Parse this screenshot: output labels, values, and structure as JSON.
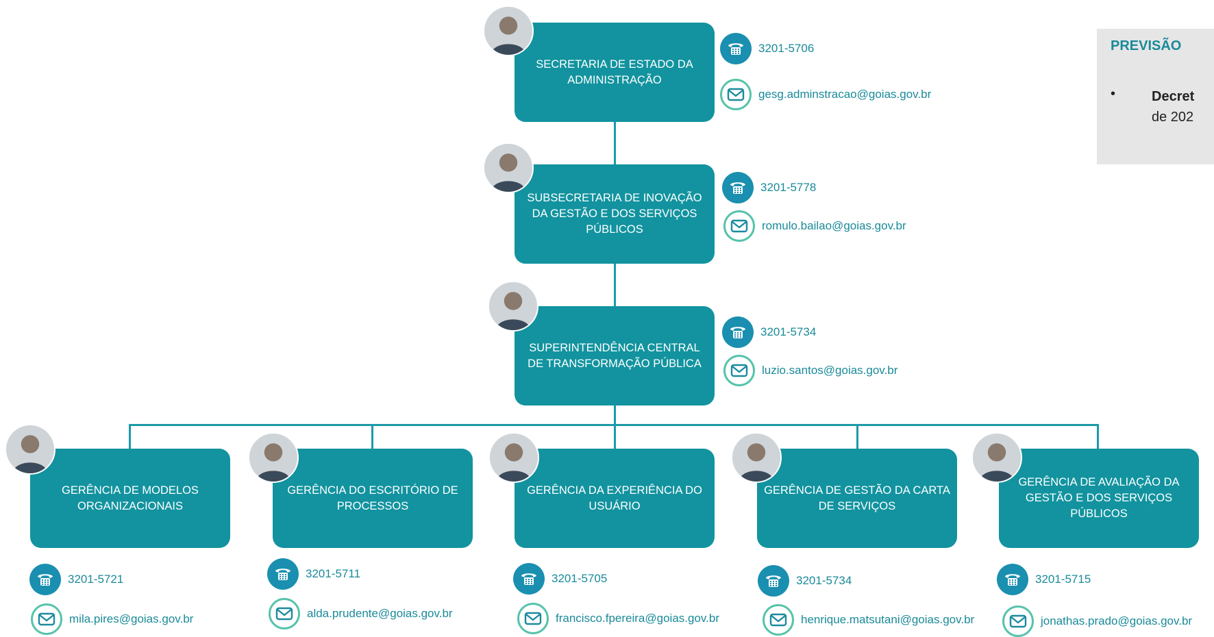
{
  "colors": {
    "box": "#12939f",
    "line": "#1a9aa8",
    "text_accent": "#1a8a99",
    "phone_bg": "#1a8fb0",
    "mail_ring": "#56c3ab"
  },
  "panel": {
    "title": "PREVISÃO",
    "bullet": "•",
    "line1_bold": "Decret",
    "line2": "de 202"
  },
  "top": [
    {
      "name": "secretaria",
      "title": "SECRETARIA DE ESTADO DA ADMINISTRAÇÃO",
      "phone": "3201-5706",
      "email": "gesg.adminstracao@goias.gov.br"
    },
    {
      "name": "subsecretaria",
      "title": "SUBSECRETARIA DE INOVAÇÃO DA GESTÃO E DOS SERVIÇOS PÚBLICOS",
      "phone": "3201-5778",
      "email": "romulo.bailao@goias.gov.br"
    },
    {
      "name": "superintendencia",
      "title": "SUPERINTENDÊNCIA CENTRAL DE TRANSFORMAÇÃO PÚBLICA",
      "phone": "3201-5734",
      "email": "luzio.santos@goias.gov.br"
    }
  ],
  "units": [
    {
      "name": "modelos",
      "title": "GERÊNCIA DE MODELOS ORGANIZACIONAIS",
      "phone": "3201-5721",
      "email": "mila.pires@goias.gov.br"
    },
    {
      "name": "processos",
      "title": "GERÊNCIA DO ESCRITÓRIO DE PROCESSOS",
      "phone": "3201-5711",
      "email": "alda.prudente@goias.gov.br"
    },
    {
      "name": "experiencia",
      "title": "GERÊNCIA DA EXPERIÊNCIA DO USUÁRIO",
      "phone": "3201-5705",
      "email": "francisco.fpereira@goias.gov.br"
    },
    {
      "name": "carta",
      "title": "GERÊNCIA DE GESTÃO DA CARTA DE SERVIÇOS",
      "phone": "3201-5734",
      "email": "henrique.matsutani@goias.gov.br"
    },
    {
      "name": "avaliacao",
      "title": "GERÊNCIA DE AVALIAÇÃO DA GESTÃO E DOS SERVIÇOS PÚBLICOS",
      "phone": "3201-5715",
      "email": "jonathas.prado@goias.gov.br"
    }
  ]
}
